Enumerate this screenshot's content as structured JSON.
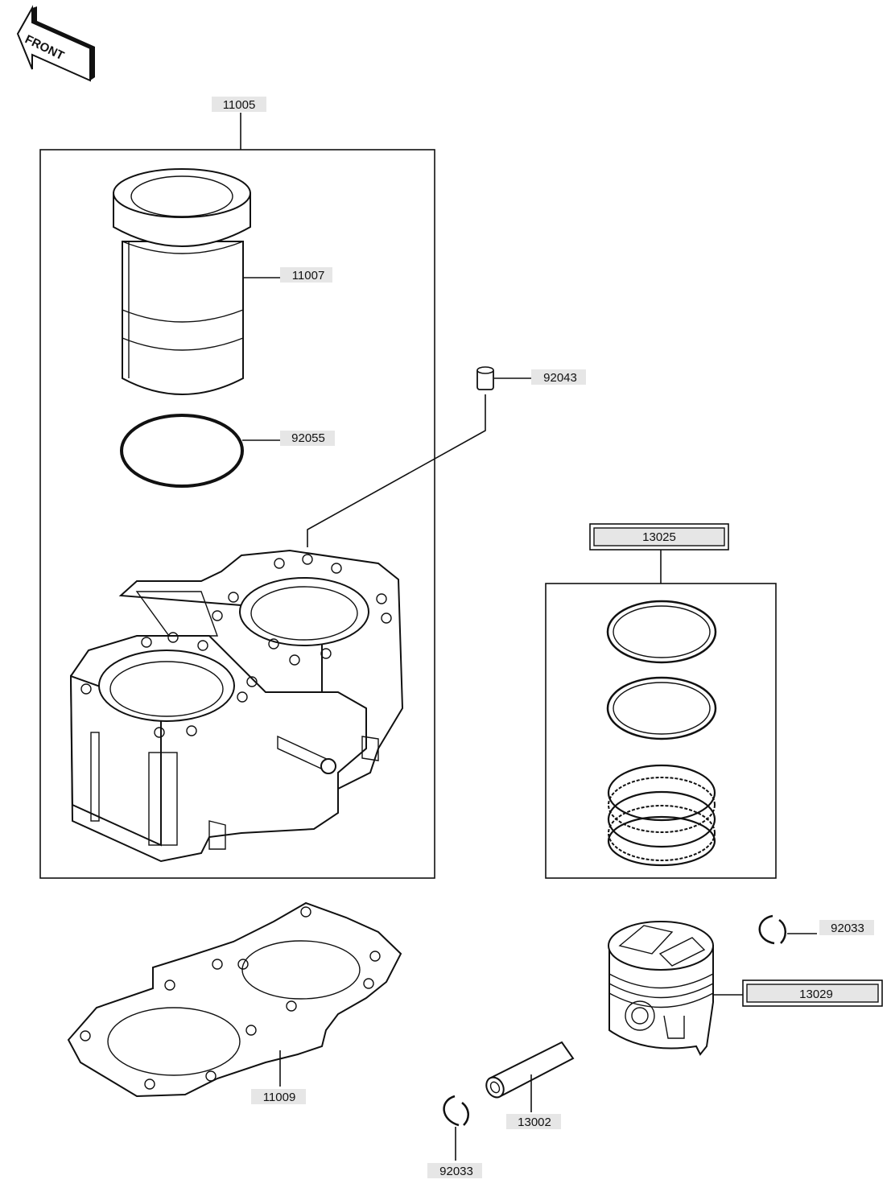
{
  "front_arrow": {
    "text": "FRONT"
  },
  "callouts": {
    "c11005": "11005",
    "c11007": "11007",
    "c92043": "92043",
    "c92055": "92055",
    "c13025": "13025",
    "c92033a": "92033",
    "c13029": "13029",
    "c11009": "11009",
    "c13002": "13002",
    "c92033b": "92033"
  }
}
